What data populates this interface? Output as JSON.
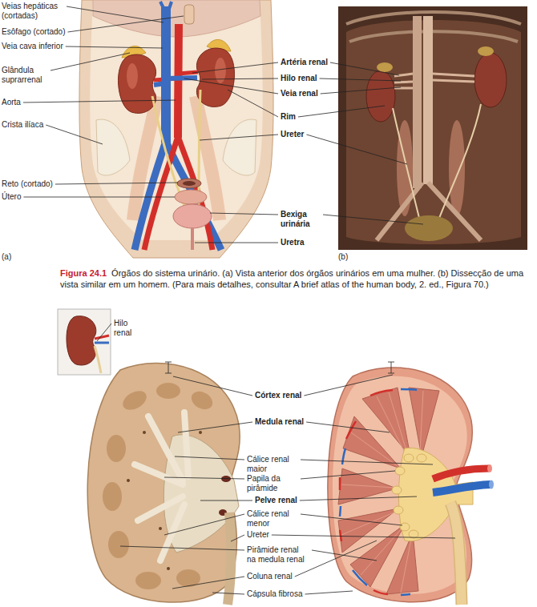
{
  "diagram": {
    "title": "Figura 24.1",
    "caption": "Órgãos do sistema urinário. (a) Vista anterior dos órgãos urinários em uma mulher. (b) Dissecção de uma vista similar em um homem. (Para mais detalhes, consultar A brief atlas of the human body, 2. ed., Figura 70.)",
    "labels": [
      "Veias hepáticas (cortadas)",
      "Esôfago (cortado)",
      "Veia cava inferior",
      "Glândula suprarrenal",
      "Aorta",
      "Crista ilíaca",
      "Reto (cortado)",
      "Útero",
      "Artéria renal",
      "Hilo renal",
      "Veia renal",
      "Rim",
      "Ureter",
      "Bexiga urinária",
      "Uretra",
      "(a)",
      "(b)",
      "Hilo renal",
      "Córtex renal",
      "Medula renal",
      "Cálice renal maior",
      "Papila da pirâmide",
      "Pelve renal",
      "Cálice renal menor",
      "Ureter",
      "Pirâmide renal na medula renal",
      "Coluna renal",
      "Cápsula fibrosa"
    ]
  }
}
